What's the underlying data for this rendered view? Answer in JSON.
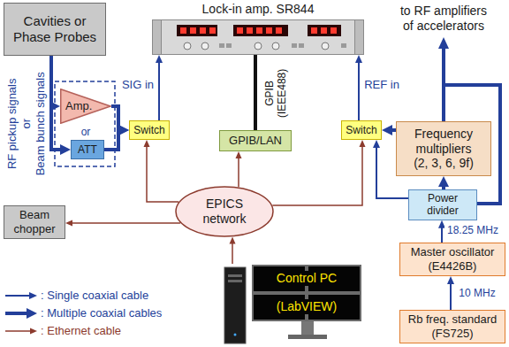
{
  "diagram": {
    "nodes": [
      {
        "text": [
          "Cavities or Phase Probes"
        ]
      },
      {
        "text": [
          "Lock-in amp. SR844"
        ]
      },
      {
        "text": [
          "Amp."
        ]
      },
      {
        "text": [
          "ATT"
        ]
      },
      {
        "text": [
          "Switch"
        ]
      },
      {
        "text": [
          "Switch"
        ]
      },
      {
        "text": [
          "GPIB/LAN"
        ]
      },
      {
        "text": [
          "Frequency multipliers (2, 3, 6, 9f)"
        ]
      },
      {
        "text": [
          "Beam chopper"
        ]
      },
      {
        "text": [
          "EPICS network"
        ]
      },
      {
        "text": [
          "Power divider"
        ]
      },
      {
        "text": [
          "Master oscillator (E4426B)"
        ]
      },
      {
        "text": [
          "Control PC",
          "(LabVIEW)"
        ]
      },
      {
        "text": [
          "Rb freq. standard (FS725)"
        ]
      }
    ],
    "edges": [
      {
        "from": 0,
        "to": 2,
        "arrow": "to"
      },
      {
        "from": 0,
        "to": 3,
        "arrow": "to"
      },
      {
        "from": 2,
        "to": 4,
        "arrow": "to"
      },
      {
        "from": 3,
        "to": 4,
        "arrow": "to"
      },
      {
        "from": 4,
        "to": 1,
        "arrow": "to",
        "label": "SIG in"
      },
      {
        "from": 5,
        "to": 1,
        "arrow": "to",
        "label": "REF in"
      },
      {
        "from": 1,
        "to": 6,
        "arrow": "none",
        "label": "GPIB (IEEE488)"
      },
      {
        "from": 9,
        "to": 4,
        "arrow": "to"
      },
      {
        "from": 9,
        "to": 6,
        "arrow": "to"
      },
      {
        "from": 9,
        "to": 5,
        "arrow": "to"
      },
      {
        "from": 9,
        "to": 8,
        "arrow": "to"
      },
      {
        "from": 12,
        "to": 9,
        "arrow": "to"
      },
      {
        "from": 10,
        "to": 5,
        "arrow": "to"
      },
      {
        "from": 10,
        "to": 7,
        "arrow": "to"
      },
      {
        "from": 7,
        "to": 5,
        "arrow": "to"
      },
      {
        "from": 11,
        "to": 10,
        "arrow": "to",
        "label": "18.25 MHz"
      },
      {
        "from": 13,
        "to": 11,
        "arrow": "to",
        "label": "10 MHz"
      }
    ],
    "labels": [
      "to RF amplifiers of accelerators",
      "RF pickup signals",
      "or",
      "Beam bunch signals",
      "or"
    ],
    "legend": [
      {
        "text": ": Single coaxial cable"
      },
      {
        "text": ": Multiple coaxial cables"
      },
      {
        "text": ": Ethernet cable"
      }
    ]
  }
}
